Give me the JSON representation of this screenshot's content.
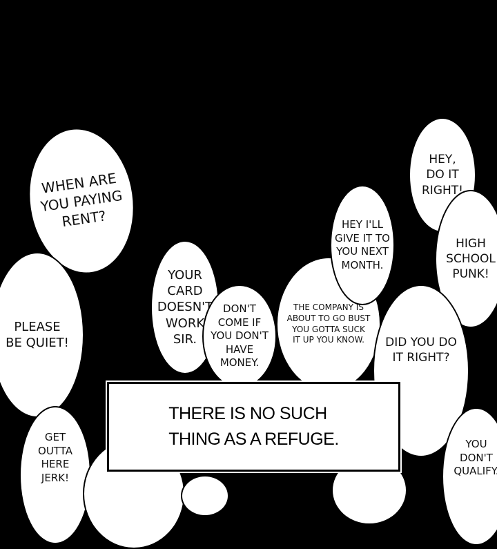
{
  "bubbles": {
    "rent": "WHEN ARE\nYOU PAYING\nRENT?",
    "quiet": "PLEASE\nBE QUIET!",
    "card": "YOUR\nCARD\nDOESN'T\nWORK\nSIR.",
    "money": "DON'T\nCOME IF\nYOU DON'T\nHAVE\nMONEY.",
    "company": "THE COMPANY IS\nABOUT TO GO BUST\nYOU GOTTA SUCK\nIT UP YOU KNOW.",
    "next_month": "HEY I'LL\nGIVE IT TO\nYOU NEXT\nMONTH.",
    "do_it_right": "HEY,\nDO IT\nRIGHT!",
    "punk": "HIGH\nSCHOOL\nPUNK!",
    "did_you": "DID YOU DO\nIT RIGHT?",
    "get_outta": "GET\nOUTTA\nHERE\nJERK!",
    "qualify": "YOU\nDON'T\nQUALIFY."
  },
  "caption": "THERE IS NO SUCH\nTHING AS A REFUGE."
}
